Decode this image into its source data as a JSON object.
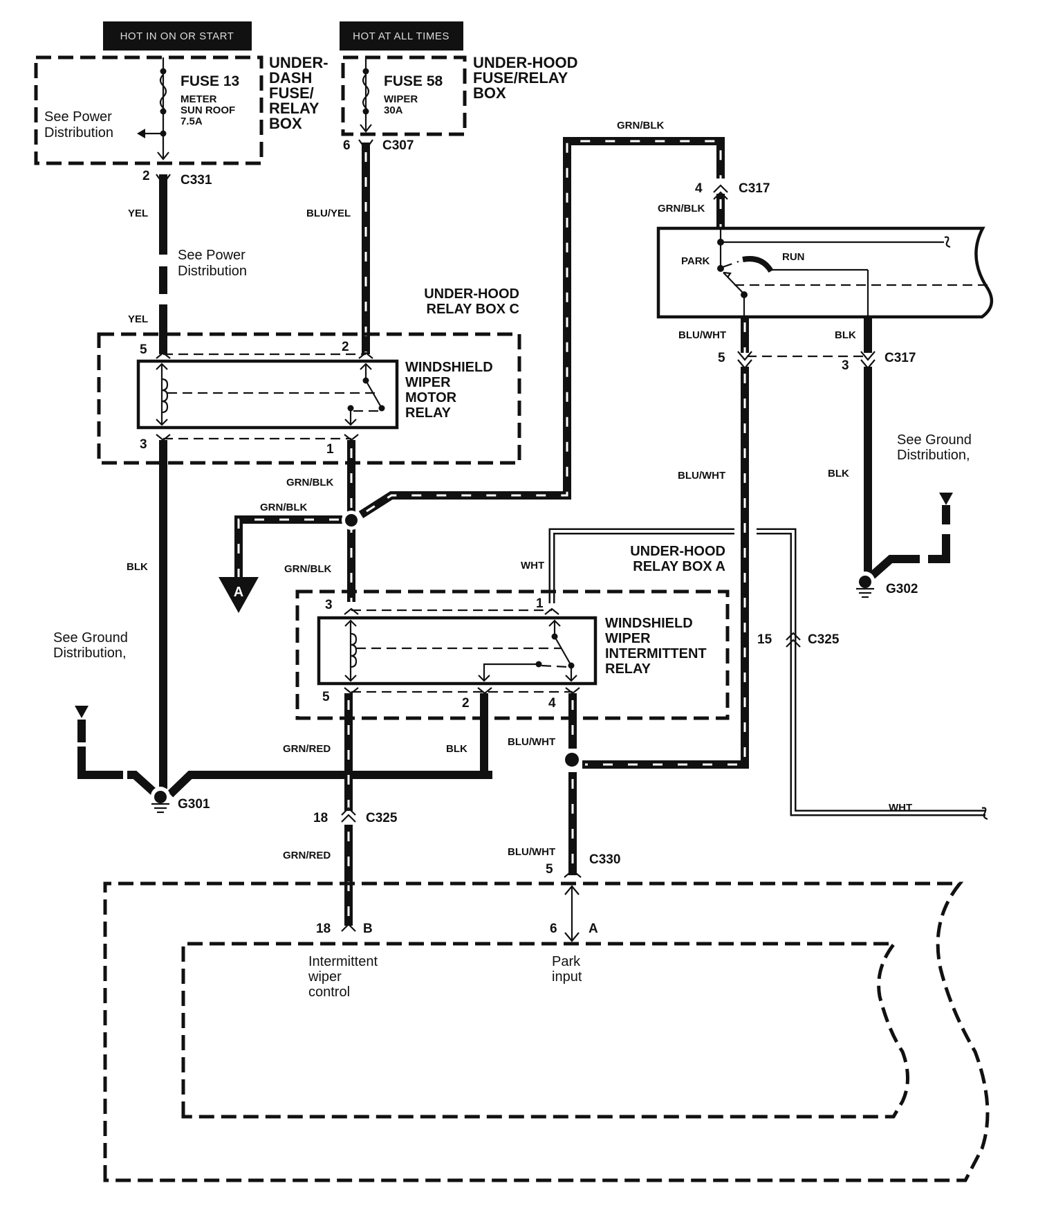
{
  "title": "Windshield Wiper Circuit",
  "headers": {
    "hot_on_start": "HOT IN ON OR START",
    "hot_all_times": "HOT AT ALL TIMES"
  },
  "fuse_boxes": {
    "underdash": {
      "label_lines": [
        "UNDER-",
        "DASH",
        "FUSE/",
        "RELAY",
        "BOX"
      ],
      "fuse_name": "FUSE 13",
      "fuse_circuits": [
        "METER",
        "SUN ROOF"
      ],
      "fuse_rating": "7.5A",
      "see_note_lines": [
        "See Power",
        "Distribution"
      ]
    },
    "underhood": {
      "label_lines": [
        "UNDER-HOOD",
        "FUSE/RELAY",
        "BOX"
      ],
      "fuse_name": "FUSE 58",
      "fuse_circuits": [
        "WIPER"
      ],
      "fuse_rating": "30A"
    }
  },
  "relay_box_c": {
    "label_lines": [
      "UNDER-HOOD",
      "RELAY BOX C"
    ],
    "relay_lines": [
      "WINDSHIELD",
      "WIPER",
      "MOTOR",
      "RELAY"
    ],
    "pins": {
      "top_left": "5",
      "top_right": "2",
      "bottom_left": "3",
      "bottom_right": "1"
    }
  },
  "relay_box_a": {
    "label_lines": [
      "UNDER-HOOD",
      "RELAY BOX A"
    ],
    "relay_lines": [
      "WINDSHIELD",
      "WIPER",
      "INTERMITTENT",
      "RELAY"
    ],
    "pins": {
      "top_left": "3",
      "top_right": "1",
      "bottom_left": "5",
      "bottom_mid": "2",
      "bottom_right": "4"
    }
  },
  "wiper_motor": {
    "park_label": "PARK",
    "run_label": "RUN"
  },
  "connectors": {
    "c331": {
      "name": "C331",
      "pin": "2"
    },
    "c307": {
      "name": "C307",
      "pin": "6"
    },
    "c317_top": {
      "name": "C317",
      "pin": "4"
    },
    "c317_bot": {
      "name": "C317",
      "pin_left": "5",
      "pin_right": "3"
    },
    "c325_15": {
      "name": "C325",
      "pin": "15"
    },
    "c325_18": {
      "name": "C325",
      "pin": "18"
    },
    "c330": {
      "name": "C330",
      "pin": "5"
    }
  },
  "wire_labels": {
    "yel_top": "YEL",
    "yel_bot": "YEL",
    "blu_yel": "BLU/YEL",
    "see_power_mid_lines": [
      "See Power",
      "Distribution"
    ],
    "grn_blk_top": "GRN/BLK",
    "grn_blk_motor": "GRN/BLK",
    "blu_wht_motor": "BLU/WHT",
    "blk_motor": "BLK",
    "blu_wht_right": "BLU/WHT",
    "blk_right": "BLK",
    "see_ground_right_lines": [
      "See Ground",
      "Distribution,"
    ],
    "grn_blk_1": "GRN/BLK",
    "grn_blk_2": "GRN/BLK",
    "grn_blk_3": "GRN/BLK",
    "blk_left": "BLK",
    "see_ground_left_lines": [
      "See Ground",
      "Distribution,"
    ],
    "wht_top": "WHT",
    "wht_bottom": "WHT",
    "grn_red_top": "GRN/RED",
    "blk_relay": "BLK",
    "blu_wht_relay": "BLU/WHT",
    "grn_red_bot": "GRN/RED",
    "blu_wht_c330": "BLU/WHT"
  },
  "grounds": {
    "g301": "G301",
    "g302": "G302"
  },
  "offpage": {
    "a": "A"
  },
  "control_unit": {
    "pin_b": {
      "pin": "18",
      "terminal": "B",
      "desc_lines": [
        "Intermittent",
        "wiper",
        "control"
      ]
    },
    "pin_a": {
      "pin": "6",
      "terminal": "A",
      "desc_lines": [
        "Park",
        "input"
      ]
    }
  }
}
